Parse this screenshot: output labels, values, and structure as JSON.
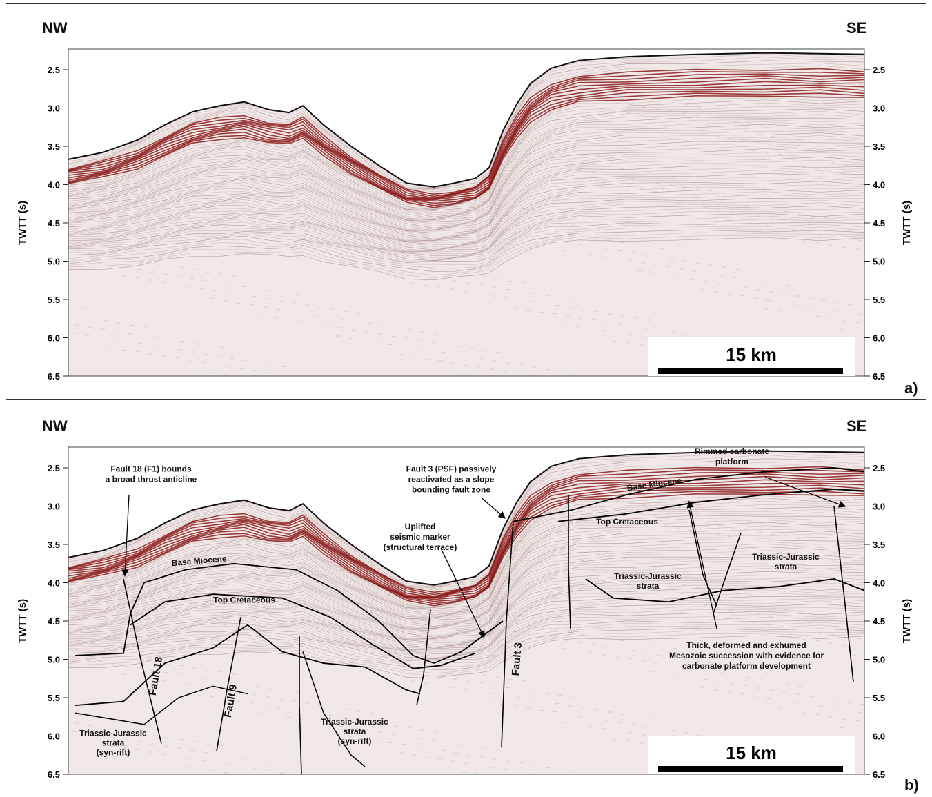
{
  "panels": [
    {
      "id": "a",
      "label": "a)",
      "left_dir": "NW",
      "right_dir": "SE",
      "axis_title": "TWTT (s)",
      "ticks": [
        "2.5",
        "3.0",
        "3.5",
        "4.0",
        "4.5",
        "5.0",
        "5.5",
        "6.0",
        "6.5"
      ],
      "scale_label": "15 km"
    },
    {
      "id": "b",
      "label": "b)",
      "left_dir": "NW",
      "right_dir": "SE",
      "axis_title": "TWTT (s)",
      "ticks": [
        "2.5",
        "3.0",
        "3.5",
        "4.0",
        "4.5",
        "5.0",
        "5.5",
        "6.0",
        "6.5"
      ],
      "scale_label": "15 km",
      "annotations": {
        "fault18_note": [
          "Fault 18 (F1) bounds",
          "a broad thrust anticline"
        ],
        "fault3_note": [
          "Fault 3 (PSF) passively",
          "reactivated as a slope",
          "bounding fault zone"
        ],
        "uplift_note": [
          "Uplifted",
          "seismic marker",
          "(structural terrace)"
        ],
        "platform_note": [
          "Rimmed carbonate",
          "platform"
        ],
        "mesozoic_note": [
          "Thick, deformed and exhumed",
          "Mesozoic succession with evidence for",
          "carbonate platform development"
        ]
      },
      "horizons": {
        "base_miocene_left": "Base Miocene",
        "top_cretaceous_left": "Top Cretaceous",
        "base_miocene_right": "Base Miocene",
        "top_cretaceous_right": "Top Cretaceous"
      },
      "strata": {
        "tj_left": [
          "Triassic-Jurassic",
          "strata",
          "(syn-rift)"
        ],
        "tj_mid": [
          "Triassic-Jurassic",
          "strata",
          "(syn-rift)"
        ],
        "tj_right1": [
          "Triassic-Jurassic",
          "strata"
        ],
        "tj_right2": [
          "Triassic-Jurassic",
          "strata"
        ]
      },
      "faults": {
        "fault18": "Fault 18",
        "fault9": "Fault 9",
        "fault3": "Fault 3"
      }
    }
  ],
  "colors": {
    "seismic_red": "#8b1a1a",
    "seismic_bg": "#efe8e6",
    "ink": "#111111"
  }
}
